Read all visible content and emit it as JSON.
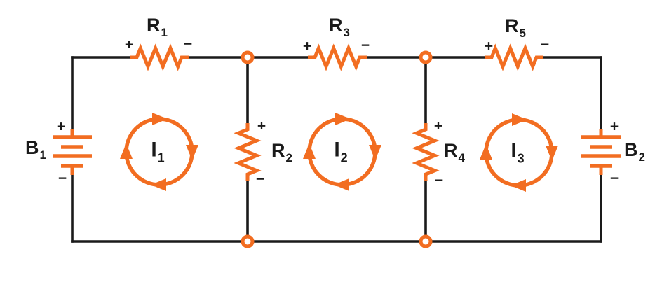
{
  "diagram": {
    "type": "circuit-diagram",
    "subject": "three-mesh DC circuit",
    "colors": {
      "accent_orange": "#F26D21",
      "wire_black": "#1A1A1A",
      "background": "#FFFFFF"
    },
    "batteries": [
      {
        "label": "B",
        "sub": "1",
        "plus_sign": "+",
        "minus_sign": "−",
        "position": "left branch",
        "polarity": "plus-top-minus-bottom"
      },
      {
        "label": "B",
        "sub": "2",
        "plus_sign": "+",
        "minus_sign": "−",
        "position": "right branch",
        "polarity": "plus-top-minus-bottom"
      }
    ],
    "resistors": [
      {
        "label": "R",
        "sub": "1",
        "plus_sign": "+",
        "minus_sign": "−",
        "orientation": "horizontal",
        "position": "top-left branch"
      },
      {
        "label": "R",
        "sub": "2",
        "plus_sign": "+",
        "minus_sign": "−",
        "orientation": "vertical",
        "position": "first middle branch"
      },
      {
        "label": "R",
        "sub": "3",
        "plus_sign": "+",
        "minus_sign": "−",
        "orientation": "horizontal",
        "position": "top-middle branch"
      },
      {
        "label": "R",
        "sub": "4",
        "plus_sign": "+",
        "minus_sign": "−",
        "orientation": "vertical",
        "position": "second middle branch"
      },
      {
        "label": "R",
        "sub": "5",
        "plus_sign": "+",
        "minus_sign": "−",
        "orientation": "horizontal",
        "position": "top-right branch"
      }
    ],
    "mesh_currents": [
      {
        "label": "I",
        "sub": "1",
        "direction": "clockwise",
        "position": "left mesh"
      },
      {
        "label": "I",
        "sub": "2",
        "direction": "clockwise",
        "position": "middle mesh"
      },
      {
        "label": "I",
        "sub": "3",
        "direction": "clockwise",
        "position": "right mesh"
      }
    ],
    "junction_nodes": 4
  }
}
